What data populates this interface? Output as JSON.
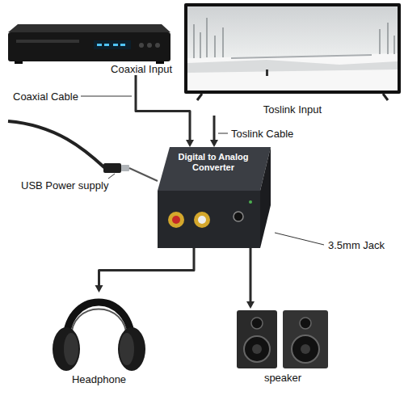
{
  "diagram": {
    "nodes": [
      {
        "text": [
          "Coaxial Input"
        ]
      },
      {
        "text": [
          "Toslink Input"
        ]
      },
      {
        "text": [
          "Digital to Analog Converter"
        ]
      },
      {
        "text": [
          "Headphone"
        ]
      },
      {
        "text": [
          "speaker"
        ]
      }
    ],
    "edges": [
      {
        "from": 0,
        "to": 2,
        "arrow": "to"
      },
      {
        "from": 1,
        "to": 2,
        "arrow": "to"
      },
      {
        "from": 2,
        "to": 3,
        "arrow": "to"
      },
      {
        "from": 2,
        "to": 4,
        "arrow": "to"
      }
    ],
    "labels": [
      "Coaxial Cable",
      "Toslink Cable",
      "USB Power supply",
      "3.5mm Jack"
    ]
  }
}
